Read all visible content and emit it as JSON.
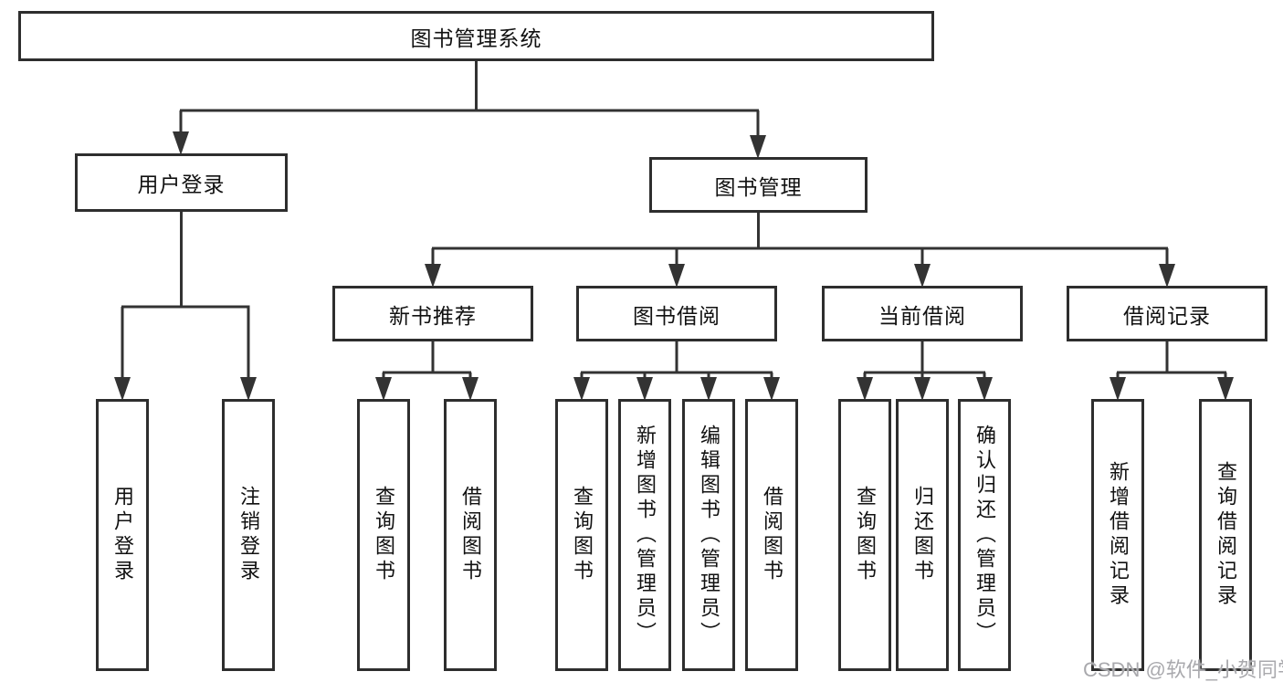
{
  "diagram": {
    "root": {
      "label": "图书管理系统"
    },
    "branches": [
      {
        "label": "用户登录",
        "children": [
          {
            "label": "用户登录"
          },
          {
            "label": "注销登录"
          }
        ]
      },
      {
        "label": "图书管理",
        "children": [
          {
            "label": "新书推荐",
            "children": [
              {
                "label": "查询图书"
              },
              {
                "label": "借阅图书"
              }
            ]
          },
          {
            "label": "图书借阅",
            "children": [
              {
                "label": "查询图书"
              },
              {
                "label": "新增图书（管理员）"
              },
              {
                "label": "编辑图书（管理员）"
              },
              {
                "label": "借阅图书"
              }
            ]
          },
          {
            "label": "当前借阅",
            "children": [
              {
                "label": "查询图书"
              },
              {
                "label": "归还图书"
              },
              {
                "label": "确认归还（管理员）"
              }
            ]
          },
          {
            "label": "借阅记录",
            "children": [
              {
                "label": "新增借阅记录"
              },
              {
                "label": "查询借阅记录"
              }
            ]
          }
        ]
      }
    ]
  },
  "watermark": {
    "text": "CSDN @软件_小贺同学"
  },
  "colors": {
    "line": "#333333",
    "box_border": "#2e2e2e",
    "text": "#111111",
    "watermark": "#a9a9ad",
    "background": "#ffffff"
  }
}
